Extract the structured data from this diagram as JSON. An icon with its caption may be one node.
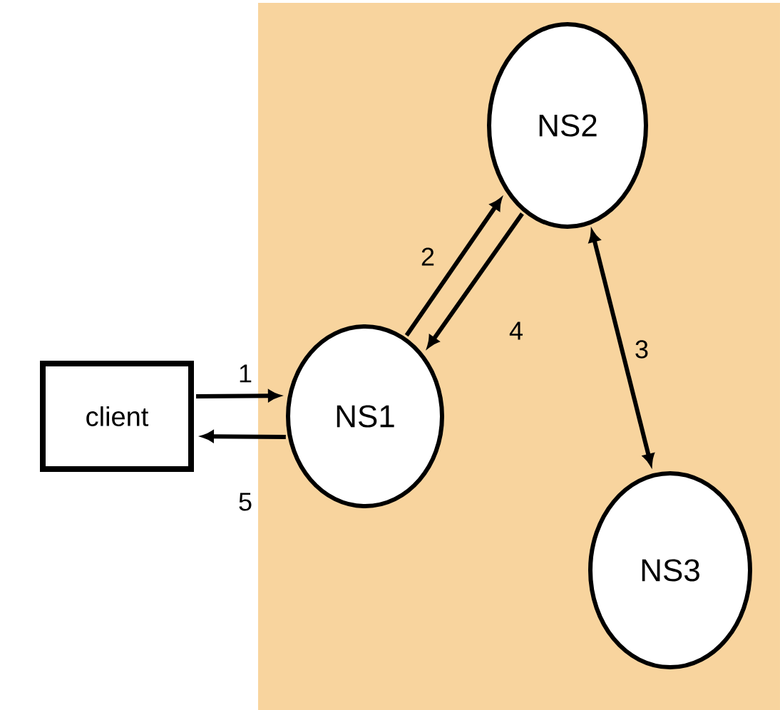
{
  "diagram": {
    "nodes": [
      {
        "text": [
          "client"
        ]
      },
      {
        "text": [],
        "shape": "box"
      },
      {
        "text": [
          "NS1"
        ],
        "in": 1
      },
      {
        "text": [
          "NS2"
        ],
        "in": 1
      },
      {
        "text": [
          "NS3"
        ],
        "in": 1
      }
    ],
    "edges": [
      {
        "from": 0,
        "to": 2,
        "arrow": "to",
        "label": "1"
      },
      {
        "from": 2,
        "to": 3,
        "arrow": "to",
        "label": "2"
      },
      {
        "from": 3,
        "to": 4,
        "arrow": "both",
        "label": "3"
      },
      {
        "from": 3,
        "to": 2,
        "arrow": "to",
        "label": "4"
      },
      {
        "from": 2,
        "to": 0,
        "arrow": "to",
        "label": "5"
      }
    ]
  }
}
